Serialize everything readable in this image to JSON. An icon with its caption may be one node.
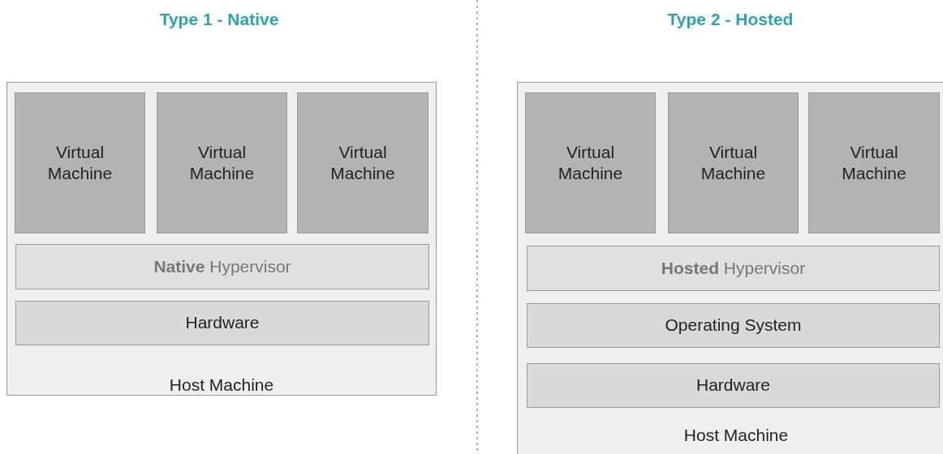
{
  "diagram": {
    "nodes": [
      {
        "text": [
          "Host Machine"
        ]
      },
      {
        "text": [
          "Virtual Machine"
        ],
        "in": 0
      },
      {
        "text": [
          "Virtual Machine"
        ],
        "in": 0
      },
      {
        "text": [
          "Virtual Machine"
        ],
        "in": 0
      },
      {
        "text": [
          "**Native** Hypervisor"
        ],
        "in": 0
      },
      {
        "text": [
          "Hardware"
        ],
        "in": 0
      },
      {
        "text": [
          "Host Machine"
        ]
      },
      {
        "text": [
          "Virtual Machine"
        ],
        "in": 6
      },
      {
        "text": [
          "Virtual Machine"
        ],
        "in": 6
      },
      {
        "text": [
          "Virtual Machine"
        ],
        "in": 6
      },
      {
        "text": [
          "**Hosted** Hypervisor"
        ],
        "in": 6
      },
      {
        "text": [
          "Operating System"
        ],
        "in": 6
      },
      {
        "text": [
          "Hardware"
        ],
        "in": 6
      }
    ],
    "edges": [],
    "labels": [
      "Type 1 - Native",
      "Type 2 - Hosted"
    ]
  }
}
